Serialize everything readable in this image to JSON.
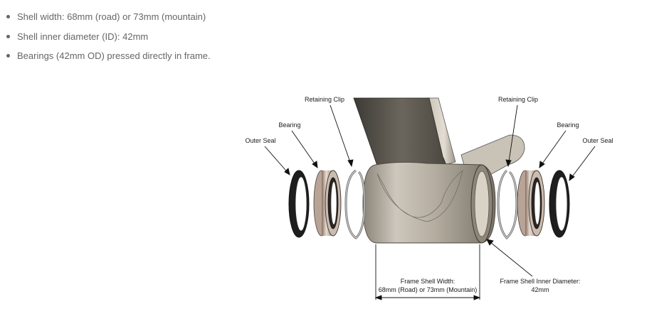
{
  "specs": [
    "Shell width: 68mm (road) or 73mm (mountain)",
    "Shell inner diameter (ID): 42mm",
    "Bearings (42mm OD) pressed directly in frame."
  ],
  "diagram": {
    "labels": {
      "retaining_clip_left": "Retaining Clip",
      "retaining_clip_right": "Retaining Clip",
      "bearing_left": "Bearing",
      "bearing_right": "Bearing",
      "outer_seal_left": "Outer Seal",
      "outer_seal_right": "Outer Seal",
      "shell_width_title": "Frame Shell Width:",
      "shell_width_value": "68mm (Road) or 73mm (Mountain)",
      "inner_diameter_title": "Frame Shell Inner Diameter:",
      "inner_diameter_value": "42mm"
    }
  }
}
